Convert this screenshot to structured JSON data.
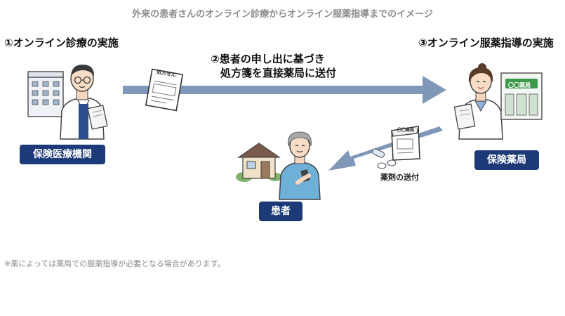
{
  "title": "外来の患者さんのオンライン診療からオンライン服薬指導までのイメージ",
  "step1": "①オンライン診療の実施",
  "step2_line1": "②患者の申し出に基づき",
  "step2_line2": "処方箋を直接薬局に送付",
  "step3": "③オンライン服薬指導の実施",
  "badge_hospital": "保険医療機関",
  "badge_pharmacy": "保険薬局",
  "badge_patient": "患者",
  "delivery_label": "薬剤の送付",
  "prescription_label": "処方せん",
  "pharmacy_sign": "〇〇薬局",
  "bag_label": "〇〇薬局",
  "footnote": "※薬によっては薬局での服薬指導が必要となる場合があります。",
  "colors": {
    "badge": "#1d3a78",
    "arrow": "#7f98b8",
    "title_gray": "#8c8c8c",
    "pharmacy_green": "#3c9a4a",
    "house_roof": "#7a5a4a"
  }
}
